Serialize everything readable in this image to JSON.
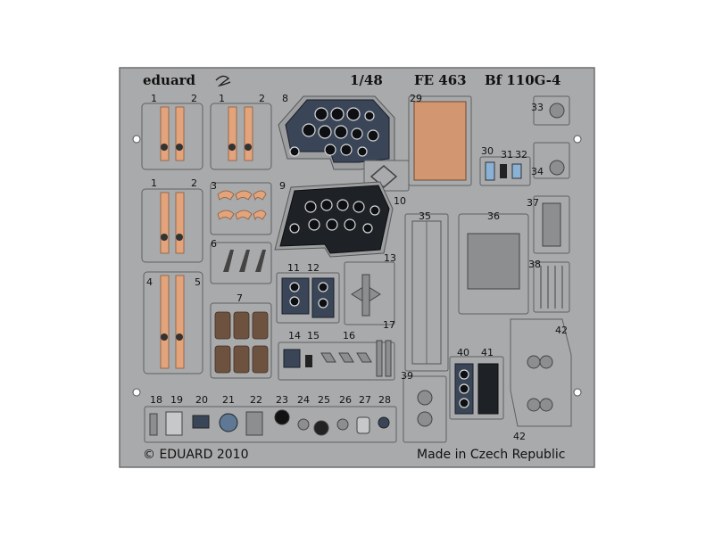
{
  "header": {
    "brand": "eduard",
    "scale": "1/48",
    "code": "FE 463",
    "model": "Bf 110G-4"
  },
  "footer": {
    "copyright": "© EDUARD 2010",
    "origin": "Made in Czech Republic"
  },
  "part_numbers": [
    "1",
    "2",
    "1",
    "2",
    "1",
    "2",
    "3",
    "4",
    "5",
    "6",
    "7",
    "8",
    "9",
    "10",
    "11",
    "12",
    "13",
    "14",
    "15",
    "16",
    "17",
    "18",
    "19",
    "20",
    "21",
    "22",
    "23",
    "24",
    "25",
    "26",
    "27",
    "28",
    "29",
    "30",
    "31",
    "32",
    "33",
    "34",
    "35",
    "36",
    "37",
    "38",
    "39",
    "40",
    "41",
    "42",
    "42"
  ],
  "colors": {
    "fret": "#a9aaab",
    "background": "#ffffff",
    "belt": "#e3a47c",
    "panel": "#1e2226"
  }
}
